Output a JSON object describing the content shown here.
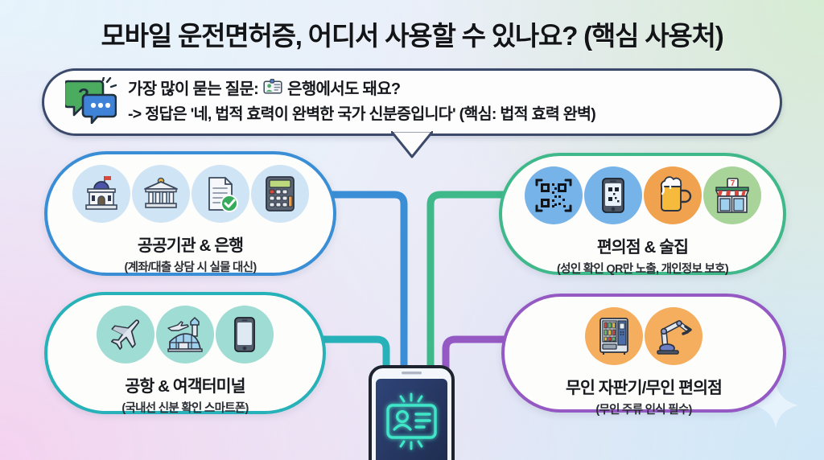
{
  "page": {
    "title": "모바일 운전면허증, 어디서 사용할 수 있나요? (핵심 사용처)"
  },
  "bubble": {
    "line1_a": "가장 많이 묻는 질문:",
    "line1_icon": "id-badge-icon",
    "line1_b": "은행에서도 돼요?",
    "line2": "-> 정답은 '네, 법적 효력이 완벽한 국가 신분증입니다' (핵심: 법적 효력 완벽)",
    "left_icon_1": "question-speech-bubble-icon",
    "left_icon_2": "dots-speech-bubble-icon"
  },
  "cards": [
    {
      "id": "public-institutions-banks",
      "title": "공공기관 & 은행",
      "subtitle": "(계좌/대출 상담 시 실물 대신)",
      "border_color": "#3a8ed6",
      "icons": [
        {
          "name": "government-building-icon",
          "bg": "#cfe4f5"
        },
        {
          "name": "bank-icon",
          "bg": "#cfe4f5"
        },
        {
          "name": "document-check-icon",
          "bg": "#cfe4f5"
        },
        {
          "name": "calculator-icon",
          "bg": "#cfe4f5"
        }
      ]
    },
    {
      "id": "convenience-store-pub",
      "title": "편의점 & 술집",
      "subtitle": "(성인 확인 QR만 노출, 개인정보 보호)",
      "border_color": "#3fb98a",
      "icons": [
        {
          "name": "qr-code-icon",
          "bg": "#76b3e8"
        },
        {
          "name": "phone-qr-icon",
          "bg": "#76b3e8"
        },
        {
          "name": "beer-mug-icon",
          "bg": "#f0a24e"
        },
        {
          "name": "convenience-store-icon",
          "bg": "#a8d49a"
        }
      ]
    },
    {
      "id": "airport-terminal",
      "title": "공항 & 여객터미널",
      "subtitle": "(국내선 신분 확인 스마트폰)",
      "border_color": "#27b1b8",
      "icons": [
        {
          "name": "airplane-icon",
          "bg": "#9fdcd4"
        },
        {
          "name": "airport-terminal-icon",
          "bg": "#9fdcd4"
        },
        {
          "name": "smartphone-icon",
          "bg": "#9fdcd4"
        }
      ]
    },
    {
      "id": "unmanned-vending-store",
      "title": "무인 자판기/무인 편의점",
      "subtitle": "(무인 주류 인식 필수)",
      "border_color": "#9559c4",
      "icons": [
        {
          "name": "vending-machine-icon",
          "bg": "#f5ad5e"
        },
        {
          "name": "robot-arm-icon",
          "bg": "#f5ad5e"
        }
      ]
    }
  ],
  "center": {
    "name": "smartphone-mobile-id-icon",
    "screen_icon": "glowing-id-card-icon"
  },
  "connectors": [
    {
      "name": "connector-public-banks",
      "color": "#3a8ed6"
    },
    {
      "name": "connector-convenience-store",
      "color": "#3fb98a"
    },
    {
      "name": "connector-airport",
      "color": "#27b1b8"
    },
    {
      "name": "connector-unmanned",
      "color": "#9559c4"
    }
  ],
  "decoration": {
    "sparkle": "sparkle-star-icon"
  }
}
